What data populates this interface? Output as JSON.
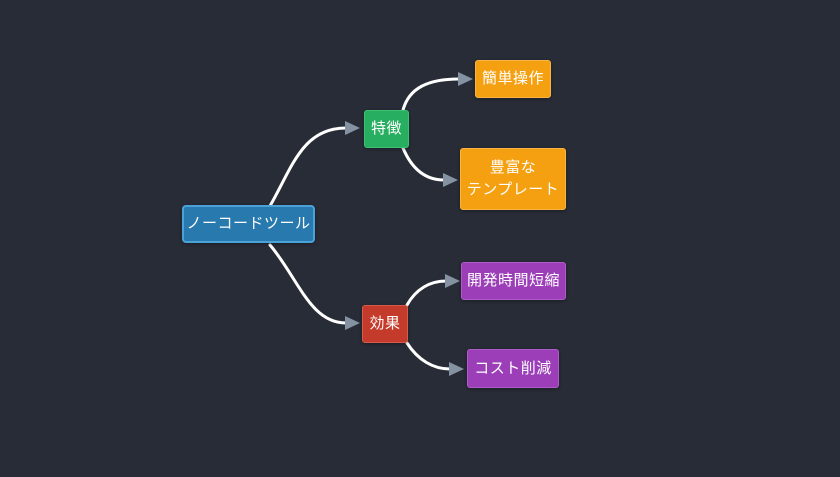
{
  "canvas": {
    "background": "#282c36",
    "text_color": "#ffffff",
    "line_color": "#ffffff",
    "arrow_color": "#8492a2"
  },
  "mindmap": {
    "root": {
      "label": "ノーコードツール",
      "fill": "#2779ae",
      "border": "#4aa2d9"
    },
    "branch_features": {
      "label": "特徴",
      "fill": "#27ae60",
      "border": "#3cc173"
    },
    "leaf_easy_operation": {
      "label": "簡単操作",
      "fill": "#f5a011",
      "border": "#f8b545"
    },
    "leaf_rich_templates": {
      "label": "豊富な\nテンプレート",
      "fill": "#f5a011",
      "border": "#f8b545"
    },
    "branch_effects": {
      "label": "効果",
      "fill": "#c43b2b",
      "border": "#d65b4b"
    },
    "leaf_dev_time_reduction": {
      "label": "開発時間短縮",
      "fill": "#9b3eb8",
      "border": "#ae5cc8"
    },
    "leaf_cost_reduction": {
      "label": "コスト削減",
      "fill": "#9b3eb8",
      "border": "#ae5cc8"
    }
  }
}
